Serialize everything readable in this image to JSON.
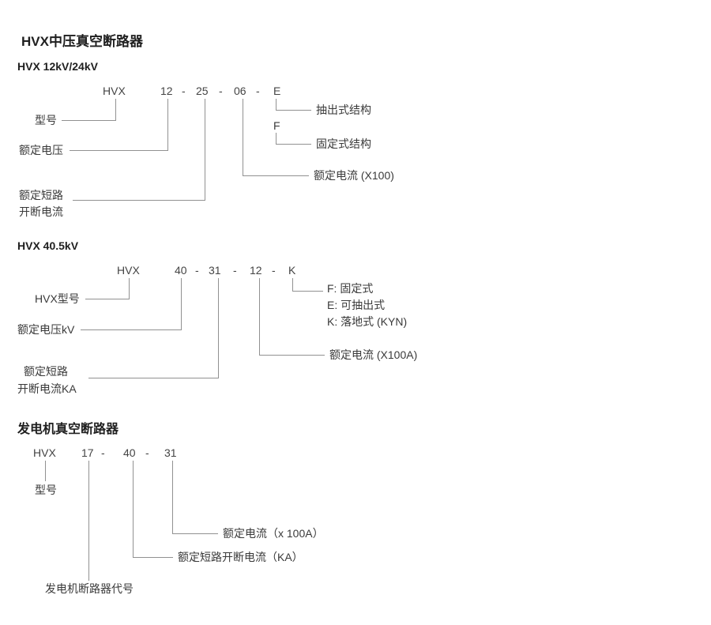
{
  "page_title": "HVX中压真空断路器",
  "s1": {
    "heading": "HVX 12kV/24kV",
    "code": [
      "HVX",
      "12",
      "-",
      "25",
      "-",
      "06",
      "-",
      "E"
    ],
    "labels": {
      "model": "型号",
      "voltage": "额定电压",
      "short_line1": "额定短路",
      "short_line2": "开断电流",
      "withdrawable": "抽出式结构",
      "alt_code": "F",
      "fixed": "固定式结构",
      "current": "额定电流 (X100)"
    }
  },
  "s2": {
    "heading": "HVX 40.5kV",
    "code": [
      "HVX",
      "40",
      "-",
      "31",
      "-",
      "12",
      "-",
      "K"
    ],
    "labels": {
      "model": "HVX型号",
      "voltage": "额定电压kV",
      "short_line1": "额定短路",
      "short_line2": "开断电流KA",
      "opt_f": "F: 固定式",
      "opt_e": "E: 可抽出式",
      "opt_k": "K: 落地式 (KYN)",
      "current": "额定电流 (X100A)"
    }
  },
  "s3": {
    "heading": "发电机真空断路器",
    "code": [
      "HVX",
      "17",
      "-",
      "40",
      "-",
      "31"
    ],
    "labels": {
      "model": "型号",
      "current": "额定电流（x 100A）",
      "short": "额定短路开断电流（KA）",
      "gen_code": "发电机断路器代号"
    }
  }
}
